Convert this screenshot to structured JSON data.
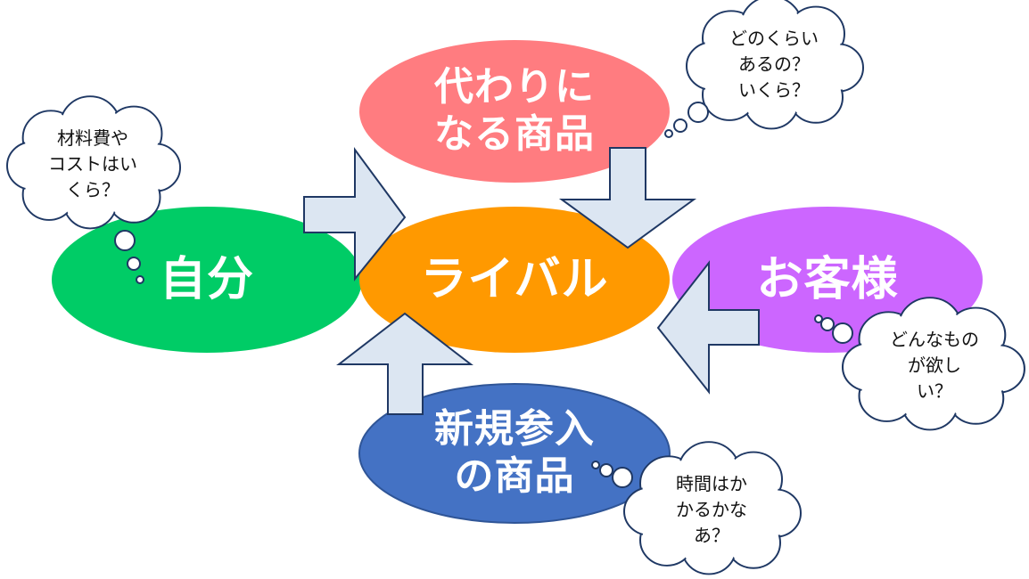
{
  "nodes": {
    "center": {
      "text": "ライバル",
      "color": "#ff9900"
    },
    "top": {
      "line1": "代わりに",
      "line2": "なる商品",
      "color": "#ff7c80"
    },
    "left": {
      "text": "自分",
      "color": "#00cc66"
    },
    "right": {
      "text": "お客様",
      "color": "#cc66ff"
    },
    "bottom": {
      "line1": "新規参入",
      "line2": "の商品",
      "color": "#4472c4"
    }
  },
  "thoughts": {
    "left": {
      "line1": "材料費や",
      "line2": "コストはい",
      "line3": "くら？"
    },
    "top": {
      "line1": "どのくらい",
      "line2": "あるの？",
      "line3": "いくら？"
    },
    "right": {
      "line1": "どんなもの",
      "line2": "が欲し",
      "line3": "い？"
    },
    "bottom": {
      "line1": "時間はか",
      "line2": "かるかな",
      "line3": "あ？"
    }
  },
  "colors": {
    "arrow_fill": "#dce6f2",
    "arrow_stroke": "#1f3864",
    "cloud_stroke": "#1f3864"
  }
}
